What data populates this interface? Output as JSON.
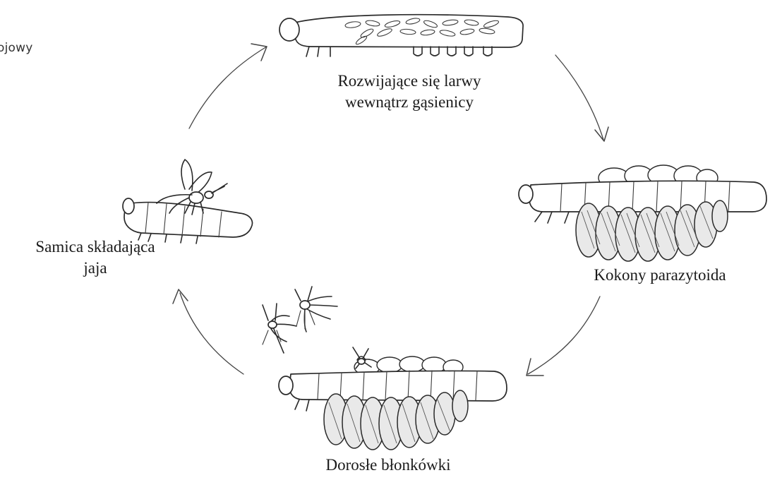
{
  "cut_off_text": "ojowy",
  "stages": {
    "larvae_inside": [
      "Rozwijające się larwy",
      "wewnątrz gąsienicy"
    ],
    "cocoons": [
      "Kokony parazytoida"
    ],
    "adults": [
      "Dorosłe błonkówki"
    ],
    "female_laying": [
      "Samica składająca",
      "jaja"
    ]
  }
}
